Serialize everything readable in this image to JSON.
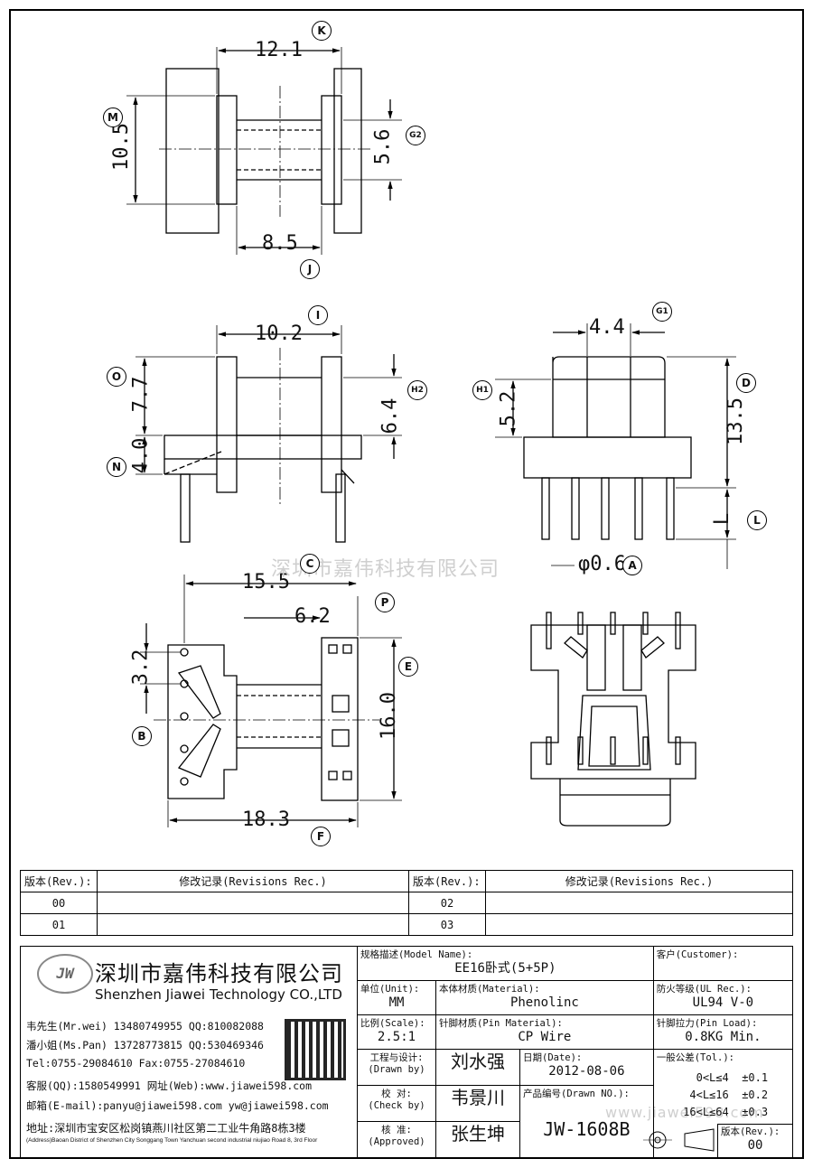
{
  "dims": {
    "K": "12.1",
    "M": "10.5",
    "G2": "5.6",
    "J": "8.5",
    "I": "10.2",
    "O": "7.7",
    "N": "4.0",
    "H2": "6.4",
    "G1": "4.4",
    "H1": "5.2",
    "D": "13.5",
    "L": "L",
    "A": "φ0.6",
    "C": "15.5",
    "P": "6.2",
    "B": "3.2",
    "E": "16.0",
    "F": "18.3"
  },
  "bubbles": [
    "K",
    "M",
    "G2",
    "J",
    "I",
    "O",
    "N",
    "H2",
    "G1",
    "H1",
    "D",
    "L",
    "A",
    "C",
    "P",
    "B",
    "E",
    "F"
  ],
  "watermark": "深圳市嘉伟科技有限公司",
  "watermark_web": "www.jiawei598.com",
  "revision_table": {
    "header_rev": "版本(Rev.):",
    "header_rec": "修改记录(Revisions Rec.)",
    "rows": [
      {
        "rev_left": "00",
        "rev_right": "02"
      },
      {
        "rev_left": "01",
        "rev_right": "03"
      }
    ]
  },
  "company": {
    "logo_text": "JW",
    "name_cn": "深圳市嘉伟科技有限公司",
    "name_en": "Shenzhen Jiawei Technology CO.,LTD",
    "contacts": [
      "韦先生(Mr.wei) 13480749955 QQ:810082088",
      "潘小姐(Ms.Pan) 13728773815 QQ:530469346",
      "Tel:0755-29084610      Fax:0755-27084610",
      "客服(QQ):1580549991    网址(Web):www.jiawei598.com",
      "邮箱(E-mail):panyu@jiawei598.com   yw@jiawei598.com"
    ],
    "address_cn": "地址:深圳市宝安区松岗镇燕川社区第二工业牛角路8栋3楼",
    "address_en": "(Address)Baoan District of Shenzhen City Songgang Town Yanchuan  second industrial niujiao Road 8, 3rd Floor"
  },
  "title_block": {
    "model_label": "规格描述(Model Name):",
    "model_value": "EE16卧式(5+5P)",
    "customer_label": "客户(Customer):",
    "customer_value": "",
    "unit_label": "单位(Unit):",
    "unit_value": "MM",
    "material_label": "本体材质(Material):",
    "material_value": "Phenolinc",
    "ul_label": "防火等级(UL Rec.):",
    "ul_value": "UL94 V-0",
    "scale_label": "比例(Scale):",
    "scale_value": "2.5:1",
    "pin_material_label": "针脚材质(Pin Material):",
    "pin_material_value": "CP Wire",
    "pin_load_label": "针脚拉力(Pin Load):",
    "pin_load_value": "0.8KG Min.",
    "drawn_label": "工程与设计:",
    "drawn_label_en": "(Drawn by)",
    "drawn_value": "刘水强",
    "check_label": "校 对:",
    "check_label_en": "(Check by)",
    "check_value": "韦景川",
    "approved_label": "核 准:",
    "approved_label_en": "(Approved)",
    "approved_value": "张生坤",
    "date_label": "日期(Date):",
    "date_value": "2012-08-06",
    "drawn_no_label": "产品编号(Drawn NO.):",
    "drawn_no_value": "JW-1608B",
    "tol_label": "一般公差(Tol.):",
    "tol_rows": [
      {
        "range": "0<L≤4",
        "tol": "±0.1"
      },
      {
        "range": "4<L≤16",
        "tol": "±0.2"
      },
      {
        "range": "16<L≤64",
        "tol": "±0.3"
      }
    ],
    "rev_label": "版本(Rev.):",
    "rev_value": "00"
  }
}
